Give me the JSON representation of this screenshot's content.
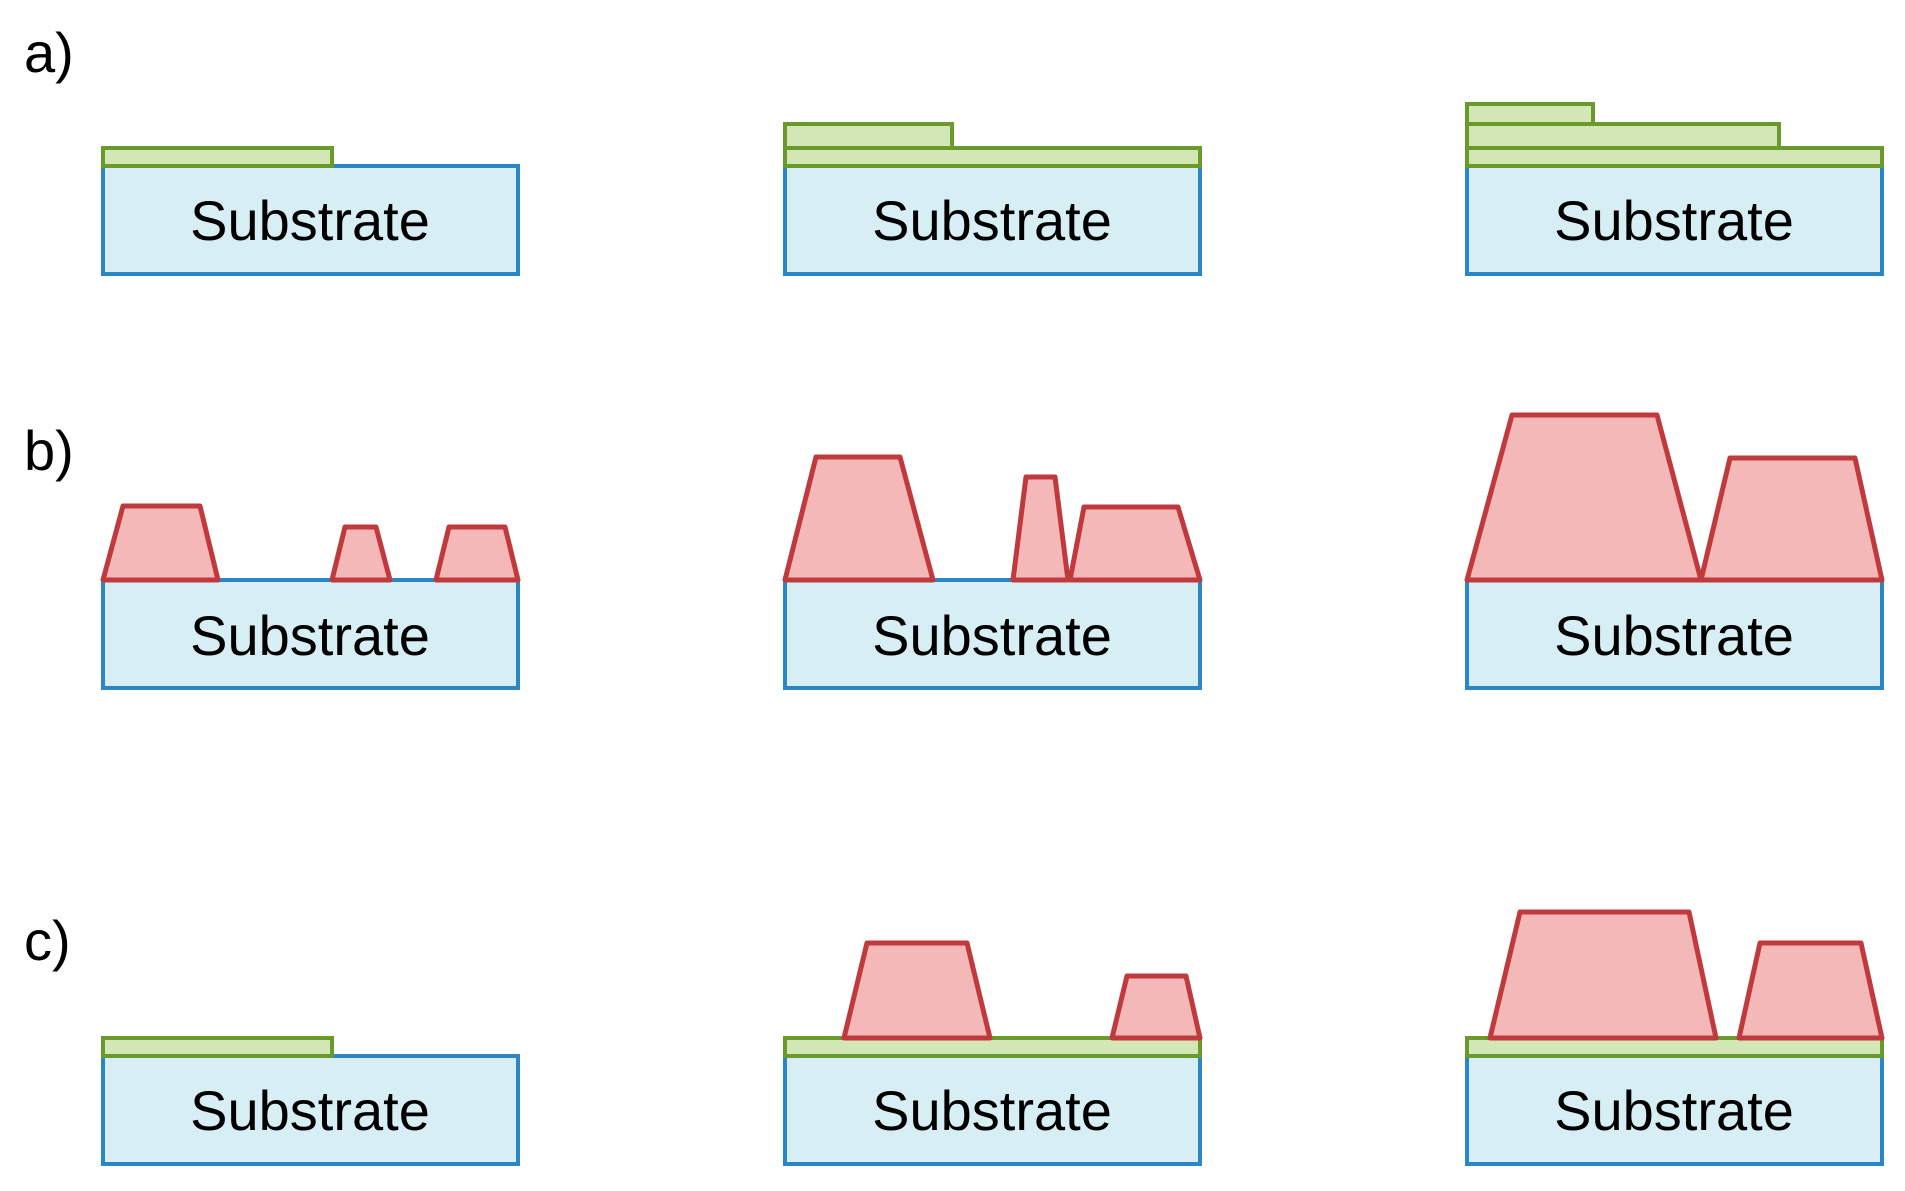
{
  "rows": [
    {
      "label": "a)"
    },
    {
      "label": "b)"
    },
    {
      "label": "c)"
    }
  ],
  "substrate": {
    "label": "Substrate"
  },
  "colors": {
    "substrate_fill": "#d7eef5",
    "substrate_stroke": "#2b86c8",
    "film_fill": "#d2e7b5",
    "film_stroke": "#6b9a2c",
    "island_fill": "#f5b8b8",
    "island_stroke": "#c0393c"
  }
}
